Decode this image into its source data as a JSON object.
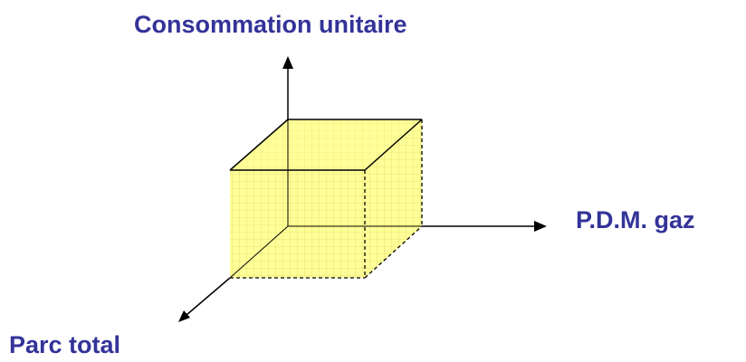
{
  "labels": {
    "vertical_axis": "Consommation unitaire",
    "horizontal_axis": "P.D.M. gaz",
    "depth_axis": "Parc total"
  },
  "colors": {
    "label_text": "#333399",
    "cube_fill": "#ffff99",
    "cube_grid": "#e0d86a",
    "lines": "#000000"
  }
}
